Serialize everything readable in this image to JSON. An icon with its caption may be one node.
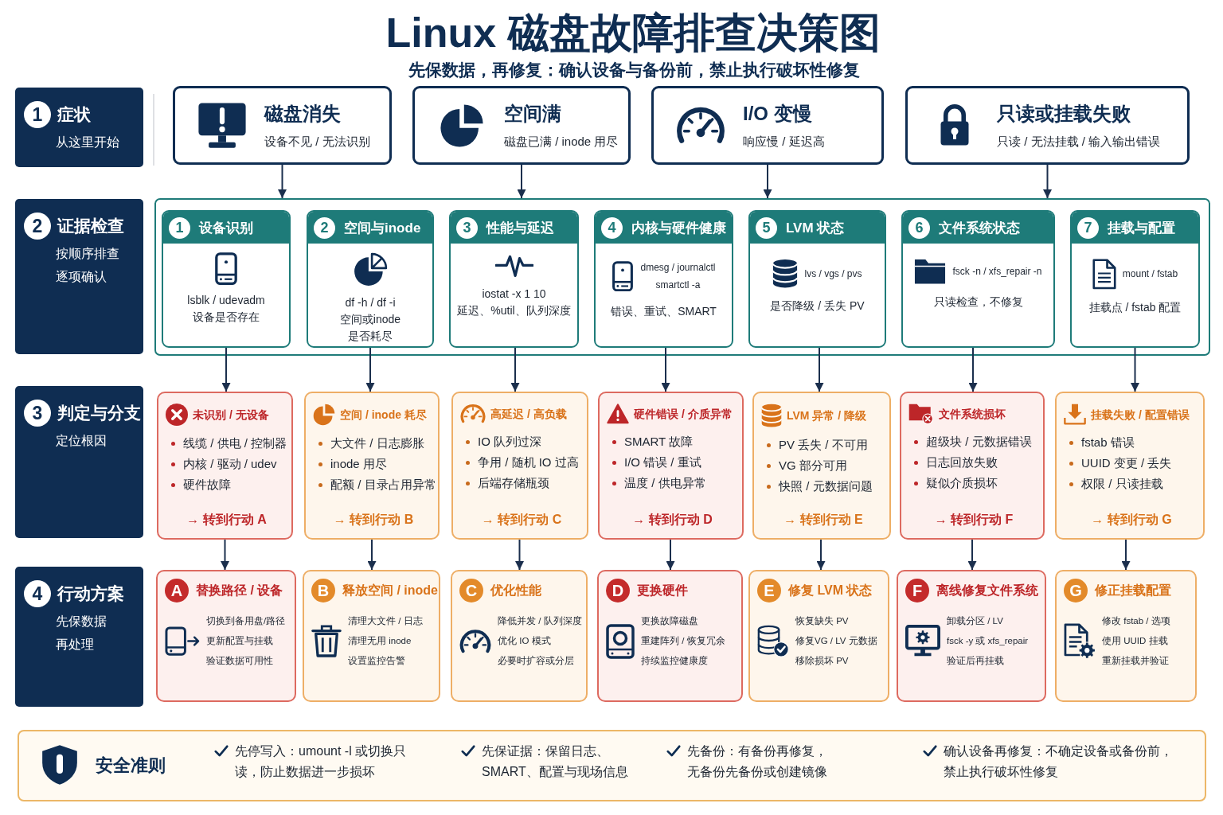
{
  "diagram": {
    "title": "Linux 磁盘故障排查决策图",
    "nodes": [
      {
        "text": [
          "1",
          "症状",
          "从这里开始"
        ]
      },
      {
        "text": [
          "磁盘消失",
          "设备不见 / 无法识别"
        ]
      },
      {
        "text": [
          "空间满",
          "磁盘已满 / inode 用尽"
        ]
      },
      {
        "text": [
          "I/O 变慢",
          "响应慢 / 延迟高"
        ]
      },
      {
        "text": [
          "只读或挂载失败",
          "只读 / 无法挂载 / 输入输出错误"
        ]
      },
      {
        "text": [
          "2",
          "证据检查",
          "按顺序排查",
          "逐项确认"
        ]
      },
      {
        "text": [],
        "shape": "box"
      },
      {
        "in": 6,
        "text": [
          "1",
          "设备识别",
          "lsblk / udevadm",
          "设备是否存在"
        ]
      },
      {
        "in": 6,
        "text": [
          "2",
          "空间与inode",
          "df -h / df -i",
          "空间或inode是否耗尽"
        ]
      },
      {
        "in": 6,
        "text": [
          "3",
          "性能与延迟",
          "iostat -x 1 10",
          "延迟、%util、队列深度"
        ]
      },
      {
        "in": 6,
        "text": [
          "4",
          "内核与硬件健康",
          "dmesg / journalctl",
          "smartctl -a",
          "错误、重试、SMART"
        ]
      },
      {
        "in": 6,
        "text": [
          "5",
          "LVM 状态",
          "lvs / vgs / pvs",
          "是否降级 / 丢失 PV"
        ]
      },
      {
        "in": 6,
        "text": [
          "6",
          "文件系统状态",
          "fsck -n / xfs_repair -n",
          "只读检查，不修复"
        ]
      },
      {
        "in": 6,
        "text": [
          "7",
          "挂载与配置",
          "mount / fstab",
          "挂载点 / fstab 配置"
        ]
      },
      {
        "text": [
          "3",
          "判定与分支",
          "定位根因"
        ]
      },
      {
        "text": [
          "未识别 / 无设备",
          "线缆 / 供电 / 控制器",
          "内核 / 驱动 / udev",
          "硬件故障",
          "→ 转到行动 A"
        ]
      },
      {
        "text": [
          "空间 / inode 耗尽",
          "大文件 / 日志膨胀",
          "inode 用尽",
          "配额 / 目录占用异常",
          "→ 转到行动 B"
        ]
      },
      {
        "text": [
          "高延迟 / 高负载",
          "IO 队列过深",
          "争用 / 随机 IO 过高",
          "后端存储瓶颈",
          "→ 转到行动 C"
        ]
      },
      {
        "text": [
          "硬件错误 / 介质异常",
          "SMART 故障",
          "I/O 错误 / 重试",
          "温度 / 供电异常",
          "→ 转到行动 D"
        ]
      },
      {
        "text": [
          "LVM 异常 / 降级",
          "PV 丢失 / 不可用",
          "VG 部分可用",
          "快照 / 元数据问题",
          "→ 转到行动 E"
        ]
      },
      {
        "text": [
          "文件系统损坏",
          "超级块 / 元数据错误",
          "日志回放失败",
          "疑似介质损坏",
          "→ 转到行动 F"
        ]
      },
      {
        "text": [
          "挂载失败 / 配置错误",
          "fstab 错误",
          "UUID 变更 / 丢失",
          "权限 / 只读挂载",
          "→ 转到行动 G"
        ]
      },
      {
        "text": [
          "4",
          "行动方案",
          "先保数据",
          "再处理"
        ]
      },
      {
        "text": [
          "A",
          "替换路径 / 设备",
          "切换到备用盘/路径",
          "更新配置与挂载",
          "验证数据可用性"
        ]
      },
      {
        "text": [
          "B",
          "释放空间 / inode",
          "清理大文件 / 日志",
          "清理无用 inode",
          "设置监控告警"
        ]
      },
      {
        "text": [
          "C",
          "优化性能",
          "降低并发 / 队列深度",
          "优化 IO 模式",
          "必要时扩容或分层"
        ]
      },
      {
        "text": [
          "D",
          "更换硬件",
          "更换故障磁盘",
          "重建阵列 / 恢复冗余",
          "持续监控健康度"
        ]
      },
      {
        "text": [
          "E",
          "修复 LVM 状态",
          "恢复缺失 PV",
          "修复VG / LV 元数据",
          "移除损坏 PV"
        ]
      },
      {
        "text": [
          "F",
          "离线修复文件系统",
          "卸载分区 / LV",
          "fsck -y 或 xfs_repair",
          "验证后再挂载"
        ]
      },
      {
        "text": [
          "G",
          "修正挂载配置",
          "修改 fstab / 选项",
          "使用 UUID 挂载",
          "重新挂载并验证"
        ]
      },
      {
        "text": [
          "安全准则",
          "先停写入：umount -l 或切换只读，防止数据进一步损坏",
          "先保证据：保留日志、SMART、配置与现场信息",
          "先备份：有备份再修复，无备份先备份或创建镜像",
          "确认设备再修复：不确定设备或备份前，禁止执行破坏性修复"
        ]
      }
    ],
    "edges": [
      {
        "from": 1,
        "to": 6,
        "arrow": "to"
      },
      {
        "from": 2,
        "to": 6,
        "arrow": "to"
      },
      {
        "from": 3,
        "to": 6,
        "arrow": "to"
      },
      {
        "from": 4,
        "to": 6,
        "arrow": "to"
      },
      {
        "from": 7,
        "to": 15,
        "arrow": "to"
      },
      {
        "from": 8,
        "to": 16,
        "arrow": "to"
      },
      {
        "from": 9,
        "to": 17,
        "arrow": "to"
      },
      {
        "from": 10,
        "to": 18,
        "arrow": "to"
      },
      {
        "from": 11,
        "to": 19,
        "arrow": "to"
      },
      {
        "from": 12,
        "to": 20,
        "arrow": "to"
      },
      {
        "from": 13,
        "to": 21,
        "arrow": "to"
      },
      {
        "from": 15,
        "to": 23,
        "arrow": "to"
      },
      {
        "from": 16,
        "to": 24,
        "arrow": "to"
      },
      {
        "from": 17,
        "to": 25,
        "arrow": "to"
      },
      {
        "from": 18,
        "to": 26,
        "arrow": "to"
      },
      {
        "from": 19,
        "to": 27,
        "arrow": "to"
      },
      {
        "from": 20,
        "to": 28,
        "arrow": "to"
      },
      {
        "from": 21,
        "to": 29,
        "arrow": "to"
      }
    ],
    "labels": [
      "先保数据，再修复：确认设备与备份前，禁止执行破坏性修复"
    ]
  }
}
